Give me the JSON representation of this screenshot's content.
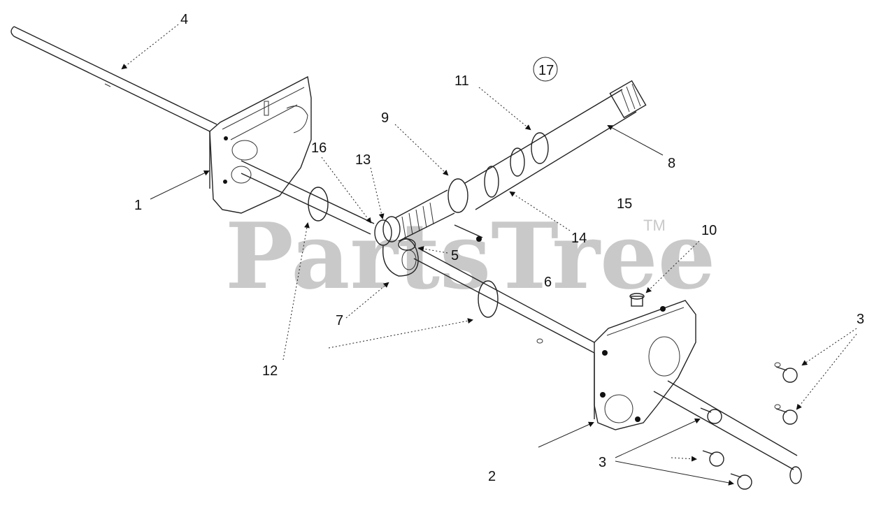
{
  "watermark": {
    "brand": "PartsTree",
    "trademark": "TM"
  },
  "callouts": {
    "c1": "1",
    "c2": "2",
    "c3a": "3",
    "c3b": "3",
    "c4": "4",
    "c5": "5",
    "c6": "6",
    "c7": "7",
    "c8": "8",
    "c9": "9",
    "c10": "10",
    "c11": "11",
    "c12": "12",
    "c13": "13",
    "c14": "14",
    "c15": "15",
    "c16": "16",
    "c17": "17"
  }
}
